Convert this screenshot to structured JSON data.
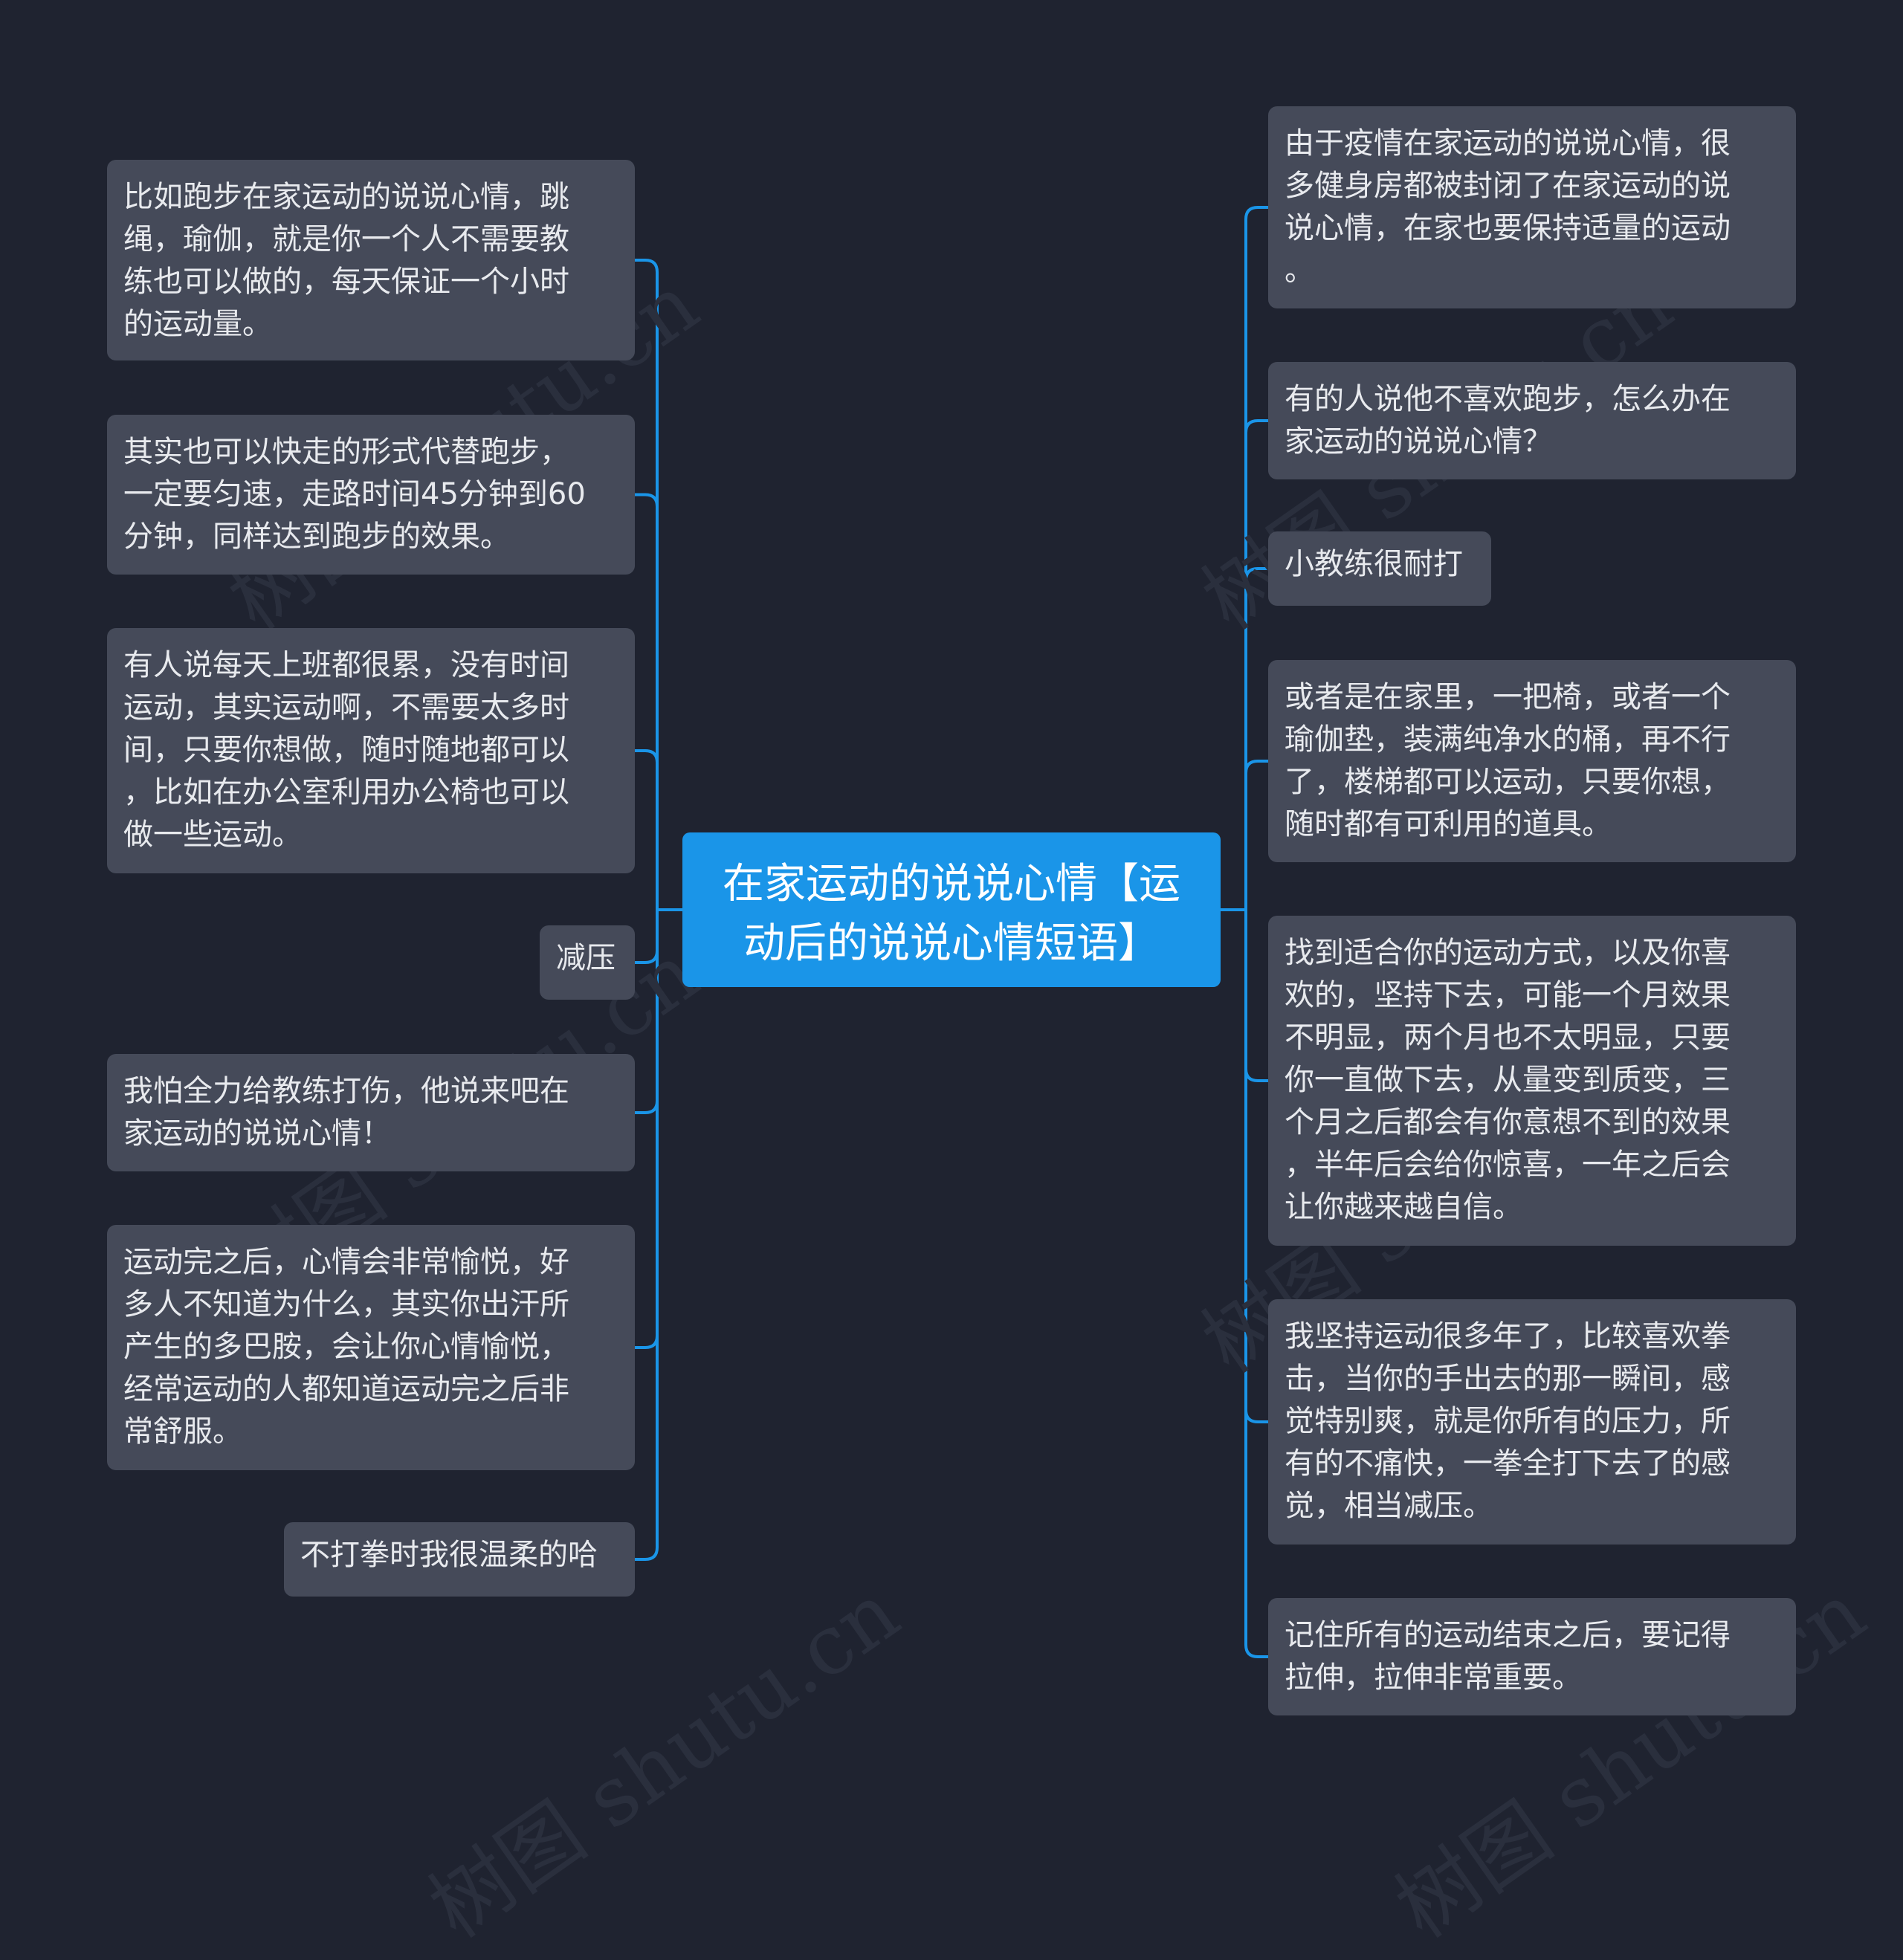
{
  "colors": {
    "background": "#1f2330",
    "node_fill": "#454a59",
    "node_text": "#e8eaee",
    "central_fill": "#1a95e8",
    "central_text": "#ffffff",
    "connector": "#1a95e8"
  },
  "central": {
    "text": "在家运动的说说心情【运\n动后的说说心情短语】"
  },
  "left_nodes": [
    {
      "text": "比如跑步在家运动的说说心情，跳\n绳，瑜伽，就是你一个人不需要教\n练也可以做的，每天保证一个小时\n的运动量。"
    },
    {
      "text": "其实也可以快走的形式代替跑步，\n一定要匀速，走路时间45分钟到60\n分钟，同样达到跑步的效果。"
    },
    {
      "text": "有人说每天上班都很累，没有时间\n运动，其实运动啊，不需要太多时\n间，只要你想做，随时随地都可以\n，比如在办公室利用办公椅也可以\n做一些运动。"
    },
    {
      "text": "减压"
    },
    {
      "text": "我怕全力给教练打伤，他说来吧在\n家运动的说说心情！"
    },
    {
      "text": "运动完之后，心情会非常愉悦，好\n多人不知道为什么，其实你出汗所\n产生的多巴胺，会让你心情愉悦，\n经常运动的人都知道运动完之后非\n常舒服。"
    },
    {
      "text": "不打拳时我很温柔的哈"
    }
  ],
  "right_nodes": [
    {
      "text": "由于疫情在家运动的说说心情，很\n多健身房都被封闭了在家运动的说\n说心情，在家也要保持适量的运动\n。"
    },
    {
      "text": "有的人说他不喜欢跑步，怎么办在\n家运动的说说心情？"
    },
    {
      "text": "小教练很耐打"
    },
    {
      "text": "或者是在家里，一把椅，或者一个\n瑜伽垫，装满纯净水的桶，再不行\n了，楼梯都可以运动，只要你想，\n随时都有可利用的道具。"
    },
    {
      "text": "找到适合你的运动方式，以及你喜\n欢的，坚持下去，可能一个月效果\n不明显，两个月也不太明显，只要\n你一直做下去，从量变到质变，三\n个月之后都会有你意想不到的效果\n，半年后会给你惊喜，一年之后会\n让你越来越自信。"
    },
    {
      "text": "我坚持运动很多年了，比较喜欢拳\n击，当你的手出去的那一瞬间，感\n觉特别爽，就是你所有的压力，所\n有的不痛快，一拳全打下去了的感\n觉，相当减压。"
    },
    {
      "text": "记住所有的运动结束之后，要记得\n拉伸，拉伸非常重要。"
    }
  ],
  "watermark": {
    "text": "树图 shutu.cn"
  }
}
